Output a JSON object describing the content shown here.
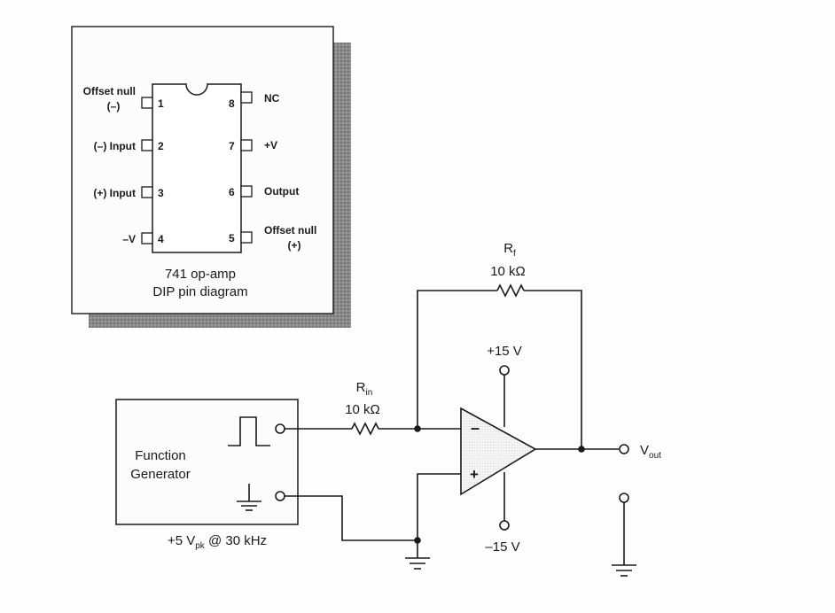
{
  "pin_diagram": {
    "caption_line1": "741 op-amp",
    "caption_line2": "DIP pin diagram",
    "pins": [
      {
        "num": "1",
        "label": "Offset null",
        "label2": "(–)"
      },
      {
        "num": "2",
        "label": "(–) Input",
        "label2": ""
      },
      {
        "num": "3",
        "label": "(+) Input",
        "label2": ""
      },
      {
        "num": "4",
        "label": "–V",
        "label2": ""
      },
      {
        "num": "5",
        "label": "Offset null",
        "label2": "(+)"
      },
      {
        "num": "6",
        "label": "Output",
        "label2": ""
      },
      {
        "num": "7",
        "label": "+V",
        "label2": ""
      },
      {
        "num": "8",
        "label": "NC",
        "label2": ""
      }
    ]
  },
  "function_generator": {
    "label_line1": "Function",
    "label_line2": "Generator",
    "spec_prefix": "+5 V",
    "spec_sub": "pk",
    "spec_suffix": " @ 30 kHz"
  },
  "rf": {
    "symbol": "R",
    "sub": "f",
    "value": "10 kΩ"
  },
  "rin": {
    "symbol": "R",
    "sub": "in",
    "value": "10 kΩ"
  },
  "supply_pos": "+15 V",
  "supply_neg": "–15 V",
  "opamp": {
    "inv_sign": "–",
    "noninv_sign": "+"
  },
  "vout": {
    "symbol": "V",
    "sub": "out"
  }
}
